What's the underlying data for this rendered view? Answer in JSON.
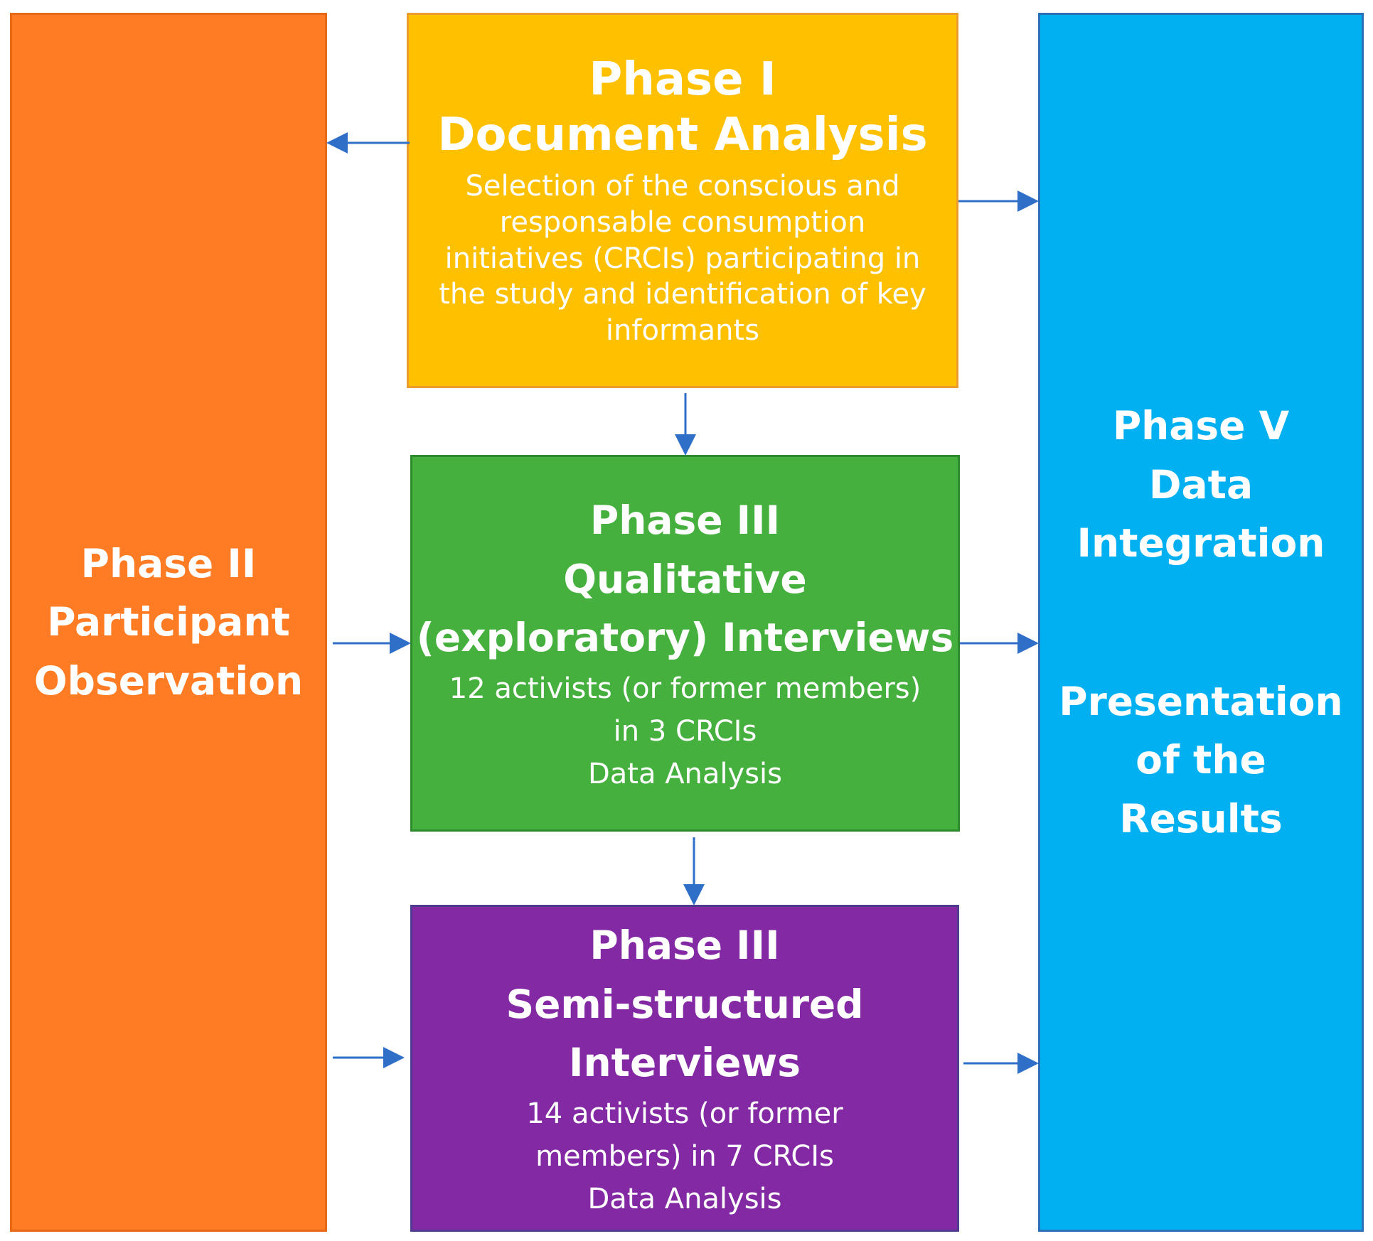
{
  "colors": {
    "phase1_fill": "#FFC000",
    "phase1_border": "#ED9D2C",
    "phase2_fill": "#FF7C24",
    "phase2_border": "#E66A16",
    "phase3a_fill": "#45B03D",
    "phase3a_border": "#2F8A2F",
    "phase3b_fill": "#8229A3",
    "phase3b_border": "#4F3C8F",
    "phase5_fill": "#00B0F0",
    "phase5_border": "#2A6FB8",
    "arrow": "#2F6FC8",
    "text": "#FFFFFF"
  },
  "phase1": {
    "title_lines": [
      "Phase I",
      "Document Analysis"
    ],
    "body_lines": [
      "Selection of the conscious and",
      "responsable consumption",
      "initiatives (CRCIs) participating in",
      "the study and identification of key",
      "informants"
    ]
  },
  "phase2": {
    "title_lines": [
      "Phase II",
      "Participant",
      "Observation"
    ]
  },
  "phase3a": {
    "title_lines": [
      "Phase III",
      "Qualitative",
      "(exploratory) Interviews"
    ],
    "body_lines": [
      "12 activists (or former members)",
      "in 3 CRCIs",
      "Data Analysis"
    ]
  },
  "phase3b": {
    "title_lines": [
      "Phase III",
      "Semi-structured",
      "Interviews"
    ],
    "body_lines": [
      "14 activists (or former",
      "members) in 7 CRCIs",
      "Data Analysis"
    ]
  },
  "phase5": {
    "title_lines": [
      "Phase V",
      "Data",
      "Integration"
    ],
    "subtitle_lines": [
      "Presentation",
      "of the",
      "Results"
    ]
  }
}
